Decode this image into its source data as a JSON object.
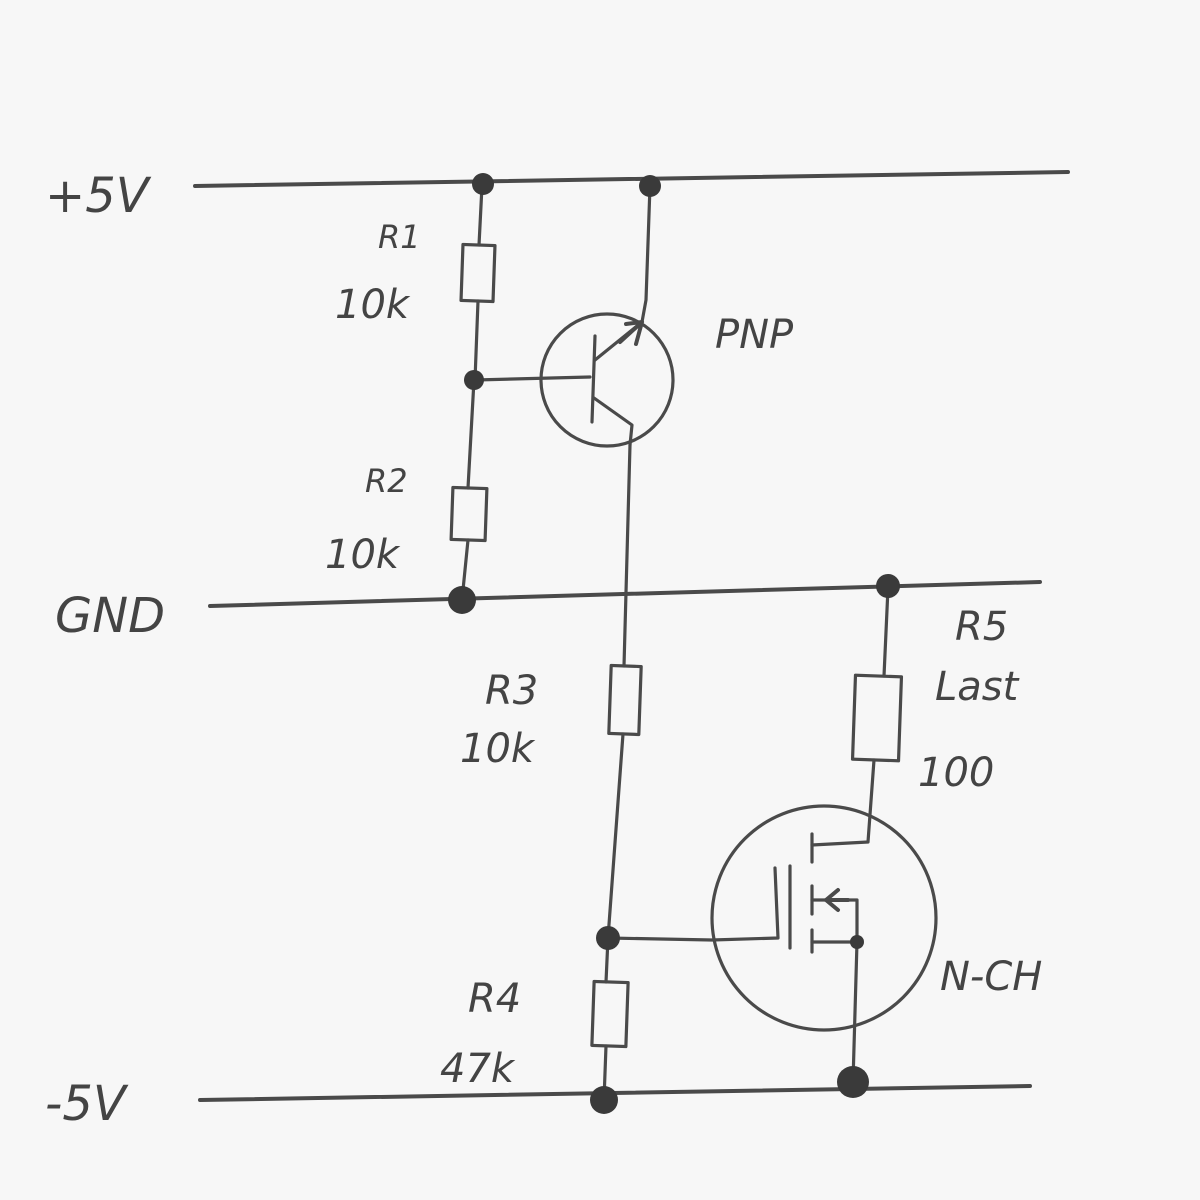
{
  "rails": {
    "plus5v": "+5V",
    "gnd": "GND",
    "minus5v": "-5V"
  },
  "components": {
    "r1": {
      "name": "R1",
      "value": "10k"
    },
    "r2": {
      "name": "R2",
      "value": "10k"
    },
    "r3": {
      "name": "R3",
      "value": "10k"
    },
    "r4": {
      "name": "R4",
      "value": "47k"
    },
    "r5": {
      "name": "R5",
      "role": "Last",
      "value": "100"
    },
    "q1": {
      "type": "PNP"
    },
    "q2": {
      "type": "N-CH"
    }
  }
}
